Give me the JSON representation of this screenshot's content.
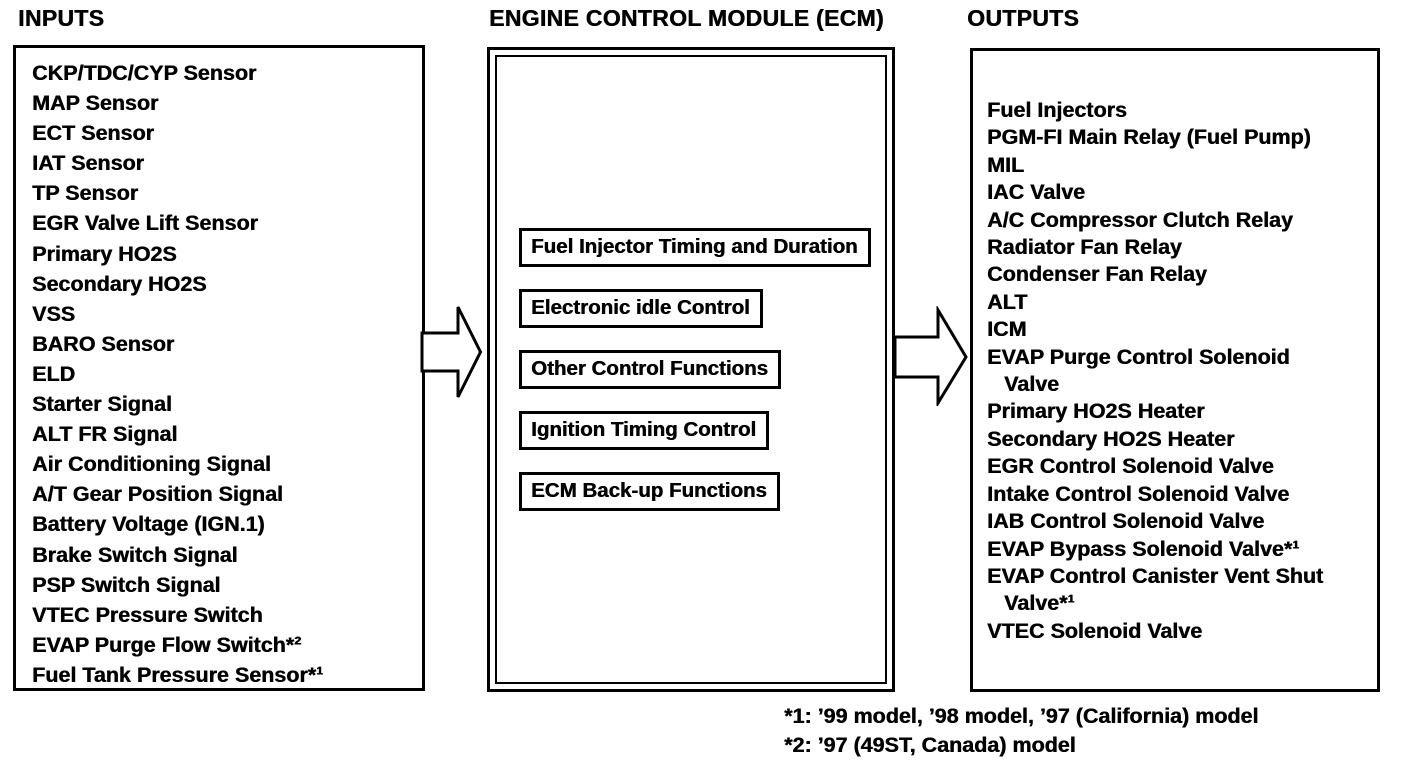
{
  "inputs": {
    "title": "INPUTS",
    "items": [
      "CKP/TDC/CYP Sensor",
      "MAP Sensor",
      "ECT Sensor",
      "IAT Sensor",
      "TP Sensor",
      "EGR Valve Lift Sensor",
      "Primary HO2S",
      "Secondary HO2S",
      "VSS",
      "BARO Sensor",
      "ELD",
      "Starter Signal",
      "ALT FR Signal",
      "Air Conditioning Signal",
      "A/T Gear Position Signal",
      "Battery Voltage (IGN.1)",
      "Brake Switch Signal",
      "PSP Switch Signal",
      "VTEC Pressure Switch",
      "EVAP Purge Flow Switch*²",
      "Fuel Tank Pressure Sensor*¹"
    ]
  },
  "ecm": {
    "title": "ENGINE CONTROL MODULE (ECM)",
    "functions": [
      "Fuel Injector Timing and Duration",
      "Electronic idle Control",
      "Other Control Functions",
      "Ignition Timing Control",
      "ECM Back-up Functions"
    ]
  },
  "outputs": {
    "title": "OUTPUTS",
    "lines": [
      {
        "text": "Fuel Injectors",
        "indent": false
      },
      {
        "text": "PGM-FI Main Relay (Fuel Pump)",
        "indent": false
      },
      {
        "text": "MIL",
        "indent": false
      },
      {
        "text": "IAC Valve",
        "indent": false
      },
      {
        "text": "A/C Compressor Clutch Relay",
        "indent": false
      },
      {
        "text": "Radiator Fan Relay",
        "indent": false
      },
      {
        "text": "Condenser Fan Relay",
        "indent": false
      },
      {
        "text": "ALT",
        "indent": false
      },
      {
        "text": "ICM",
        "indent": false
      },
      {
        "text": "EVAP Purge Control Solenoid",
        "indent": false
      },
      {
        "text": "Valve",
        "indent": true
      },
      {
        "text": "Primary HO2S Heater",
        "indent": false
      },
      {
        "text": "Secondary HO2S Heater",
        "indent": false
      },
      {
        "text": "EGR Control Solenoid Valve",
        "indent": false
      },
      {
        "text": "Intake Control Solenoid Valve",
        "indent": false
      },
      {
        "text": "IAB Control Solenoid Valve",
        "indent": false
      },
      {
        "text": "EVAP Bypass Solenoid Valve*¹",
        "indent": false
      },
      {
        "text": "EVAP Control Canister Vent Shut",
        "indent": false
      },
      {
        "text": "Valve*¹",
        "indent": true
      },
      {
        "text": "VTEC Solenoid Valve",
        "indent": false
      }
    ]
  },
  "footnotes": [
    "*1: ’99 model, ’98 model, ’97 (California) model",
    "*2: ’97 (49ST, Canada) model"
  ],
  "colors": {
    "ink": "#000000",
    "paper": "#ffffff"
  }
}
